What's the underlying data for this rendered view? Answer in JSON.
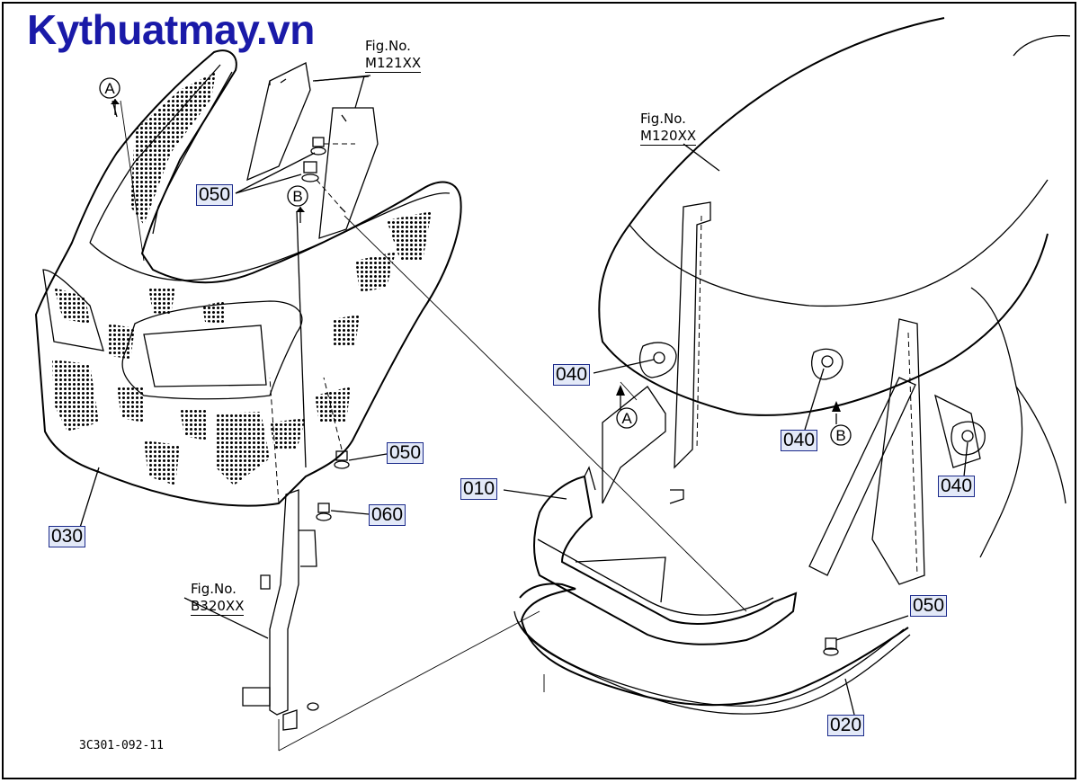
{
  "watermark": "Kythuatmay.vn",
  "figure_refs": [
    {
      "id": "m121",
      "line1": "Fig.No.",
      "line2": "M121XX"
    },
    {
      "id": "m120",
      "line1": "Fig.No.",
      "line2": "M120XX"
    },
    {
      "id": "b320",
      "line1": "Fig.No.",
      "line2": "B320XX"
    }
  ],
  "part_labels": {
    "p050_top": "050",
    "p050_mid": "050",
    "p060": "060",
    "p030": "030",
    "p010": "010",
    "p040_left": "040",
    "p040_mid": "040",
    "p040_right": "040",
    "p050_right": "050",
    "p020": "020"
  },
  "callouts": {
    "a_top": "A",
    "b_top": "B",
    "a_right": "A",
    "b_right": "B"
  },
  "caption": "3C301-092-11",
  "colors": {
    "label_bg": "#e3e9f8",
    "label_border": "#1b2a8a",
    "watermark": "#1a1aa8"
  }
}
